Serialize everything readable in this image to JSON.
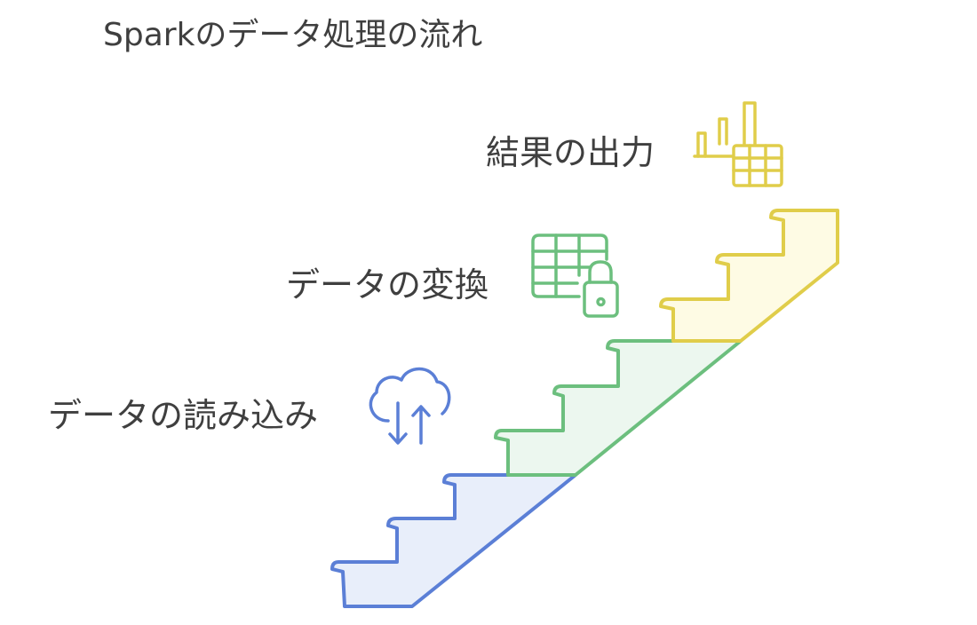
{
  "title": "Sparkのデータ処理の流れ",
  "steps": [
    {
      "label": "データの読み込み",
      "icon": "cloud-upload-download-icon",
      "color": "#5b7fd6",
      "fill": "#e8eefa"
    },
    {
      "label": "データの変換",
      "icon": "table-lock-icon",
      "color": "#6cbf7e",
      "fill": "#ecf7ef"
    },
    {
      "label": "結果の出力",
      "icon": "bar-chart-table-icon",
      "color": "#e0cd4a",
      "fill": "#fefbe4"
    }
  ]
}
